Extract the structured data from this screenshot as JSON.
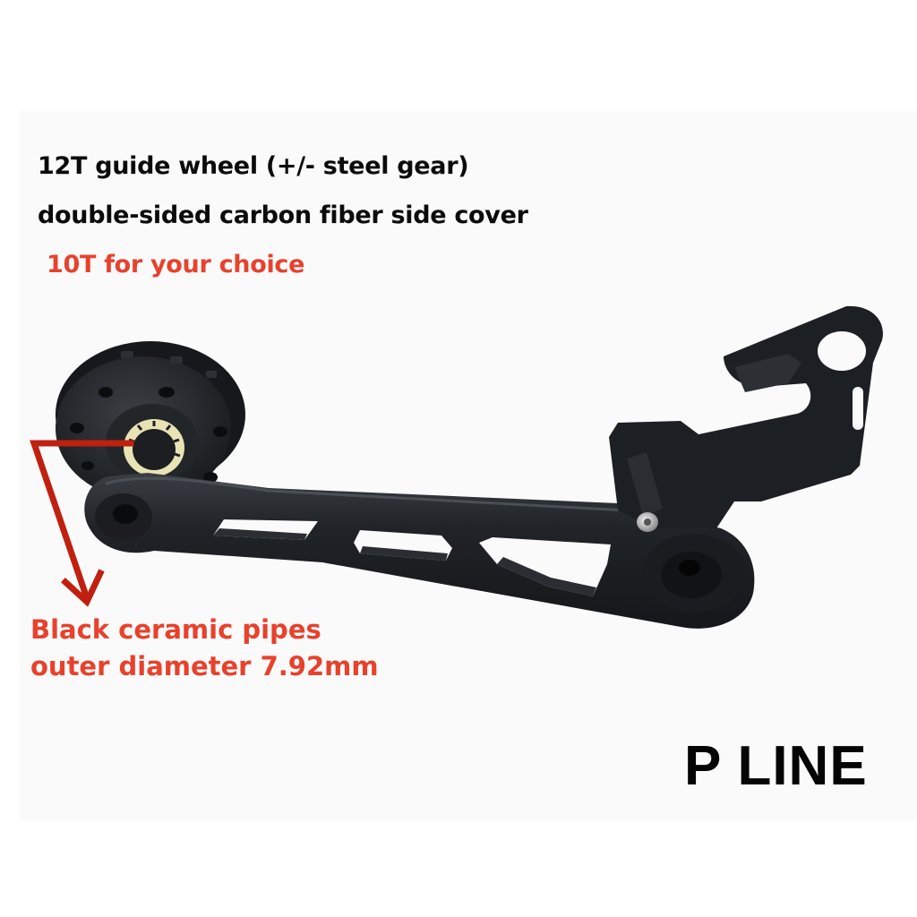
{
  "image": {
    "subject": "bicycle chain guide tensioner arm",
    "colors": {
      "background": "#ffffff",
      "panel": "#fafafa",
      "text_dark": "#0b0b0b",
      "accent_red": "#e8412c",
      "arrow_red": "#c0200f",
      "anodized_black": "#1f2226",
      "bushing": "#e9e2b4",
      "bolt": "#cfcfcf"
    }
  },
  "captions": {
    "line1": "12T guide wheel (+/- steel gear)",
    "line2": "double-sided carbon fiber side cover",
    "line3": "10T for your choice"
  },
  "callout": {
    "line1": "Black ceramic pipes",
    "line2": "outer diameter 7.92mm"
  },
  "brand": {
    "label": "P LINE"
  }
}
